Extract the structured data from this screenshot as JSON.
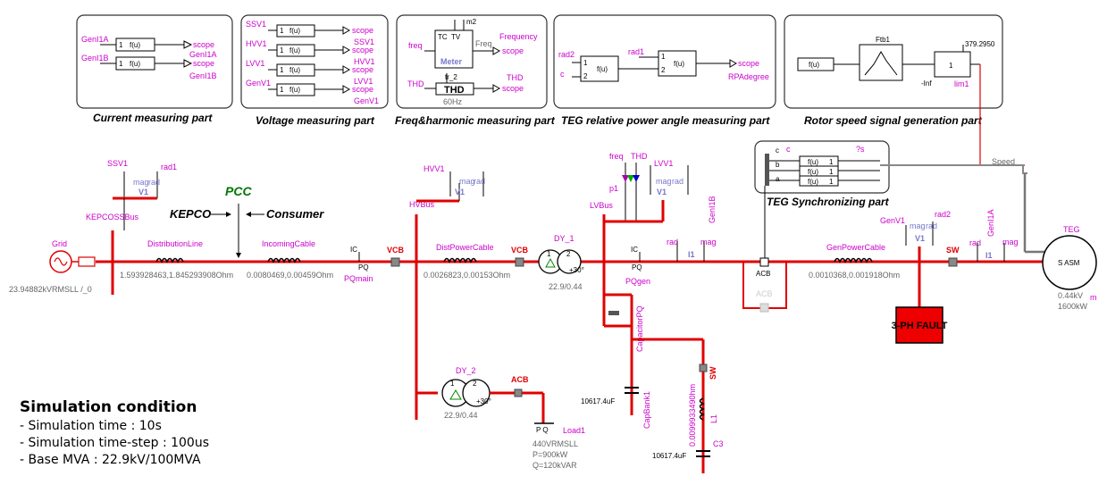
{
  "panels": {
    "current": {
      "caption": "Current measuring part",
      "in1": "GenI1A",
      "in2": "GenI1B",
      "out1": "scope",
      "out1b": "GenI1A",
      "out2": "scope",
      "out2b": "GenI1B",
      "f": "f(u)"
    },
    "voltage": {
      "caption": "Voltage measuring part",
      "in1": "SSV1",
      "in2": "HVV1",
      "in3": "LVV1",
      "in4": "GenV1",
      "o1": "scope",
      "o2a": "SSV1",
      "o2": "scope",
      "o3a": "HVV1",
      "o3": "scope",
      "o4a": "LVV1",
      "o4": "scope",
      "o5": "GenV1",
      "f": "f(u)"
    },
    "freq": {
      "caption": "Freq&harmonic measuring part",
      "m2": "m2",
      "tc": "TC",
      "rv": "TV",
      "freq_in": "freq",
      "freq_port": "Freq",
      "frequency": "Frequency",
      "scope1": "scope",
      "meter": "Meter",
      "thd_in": "THD",
      "tr2": "tr_2",
      "thd_block": "THD",
      "thd_out": "THD",
      "scope2": "scope",
      "hz": "60Hz"
    },
    "teg": {
      "caption": "TEG relative power angle measuring part",
      "rad2": "rad2",
      "c": "c",
      "rad1": "rad1",
      "scope": "scope",
      "rpa": "RPAdegree",
      "f": "f(u)",
      "one": "1",
      "two": "2"
    },
    "rotor": {
      "caption": "Rotor speed signal generation part",
      "f": "f(u)",
      "ftb": "Ftb1",
      "one": "1",
      "val": "379.2950",
      "neg": "-Inf",
      "lim": "lim1"
    }
  },
  "pcc": {
    "label": "PCC",
    "kepco": "KEPCO",
    "consumer": "Consumer"
  },
  "sync": {
    "caption": "TEG Synchronizing part",
    "c": "c",
    "b": "b",
    "a": "a",
    "f": "f(u)",
    "one": "1",
    "s": "?s"
  },
  "network": {
    "grid": "Grid",
    "grid_value": "23.94882kVRMSLL /_0",
    "ssv1": "SSV1",
    "rad1": "rad1",
    "mag": "mag",
    "radl": "rad",
    "v1": "V1",
    "kepcoss": "KEPCOSSBus",
    "distline": "DistributionLine",
    "distline_value": "1.593928463,1.845293908Ohm",
    "incoming": "IncomingCable",
    "incoming_value": "0.0080469,0.00459Ohm",
    "ic": "IC",
    "pq": "PQ",
    "pqmain": "PQmain",
    "vcb1": "VCB",
    "hvv1": "HVV1",
    "hvbus": "HVBus",
    "distpower": "DistPowerCable",
    "distpower_value": "0.0026823,0.00153Ohm",
    "vcb2": "VCB",
    "dy1": "DY_1",
    "dy1_value": "22.9/0.44",
    "dy_one": "1",
    "dy_two": "2",
    "dy_deg": "+30°",
    "freq": "freq",
    "thd": "THD",
    "p1": "p1",
    "lvv1": "LVV1",
    "lvbus": "LVBus",
    "pqgen": "PQgen",
    "capacitorpq": "CapacitorPQ",
    "capbank": "CapBank1",
    "capbank_value": "10617.4uF",
    "genl1b": "GenI1B",
    "i1": "I1",
    "magr": "mag",
    "acb1": "ACB",
    "acb1b": "ACB",
    "genpower": "GenPowerCable",
    "genpower_value": "0.0010368,0.001918Ohm",
    "genv1": "GenV1",
    "rad2": "rad2",
    "fault": "3-PH FAULT",
    "sw1": "SW",
    "genl1a": "GenI1A",
    "teg": "TEG",
    "asm": "S  ASM",
    "teg_v": "0.44kV",
    "teg_p": "1600kW",
    "m": "m",
    "speed": "Speed",
    "dy2": "DY_2",
    "dy2_value": "22.9/0.44",
    "acb2": "ACB",
    "load": "Load1",
    "load_v": "440VRMSLL",
    "load_p": "P=900kW",
    "load_q": "Q=120kVAR",
    "sw2": "SW",
    "l1": "L1",
    "l1_value": "0.0099933490hm",
    "c3": "C3",
    "c3_value": "10617.4uF"
  },
  "simulation": {
    "title": "Simulation  condition",
    "lines": [
      "- Simulation time : 10s",
      "- Simulation time-step : 100us",
      "- Base MVA : 22.9kV/100MVA"
    ]
  }
}
